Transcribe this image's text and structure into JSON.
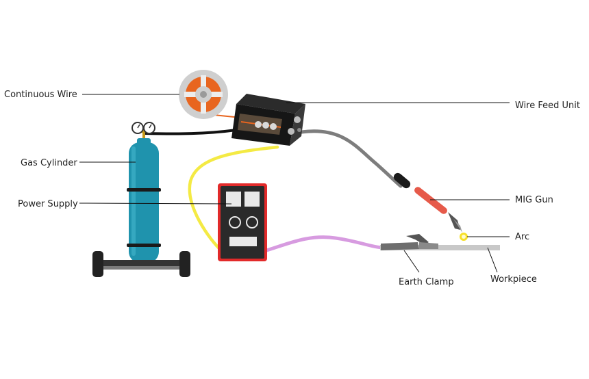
{
  "labels": {
    "continuous_wire": "Continuous Wire",
    "gas_cylinder": "Gas Cylinder",
    "power_supply": "Power Supply",
    "wire_feed_unit": "Wire Feed Unit",
    "mig_gun": "MIG Gun",
    "arc": "Arc",
    "earth_clamp": "Earth Clamp",
    "workpiece": "Workpiece"
  },
  "colors": {
    "cylinder": "#1f93ad",
    "cylinder_band": "#1a1a1a",
    "trolley": "#333333",
    "spool_orange": "#e8651f",
    "spool_gray": "#cfcfcf",
    "feed_unit": "#1a1a1a",
    "power_red": "#e22a2a",
    "power_body": "#2a2a2a",
    "cable_yellow": "#f4ea44",
    "cable_pink": "#d79be0",
    "cable_gray": "#7d7d7d",
    "gun_red": "#e65a4a",
    "arc_yellow": "#f7e027",
    "workpiece": "#c8c8c8",
    "clamp": "#6e6e6e"
  }
}
